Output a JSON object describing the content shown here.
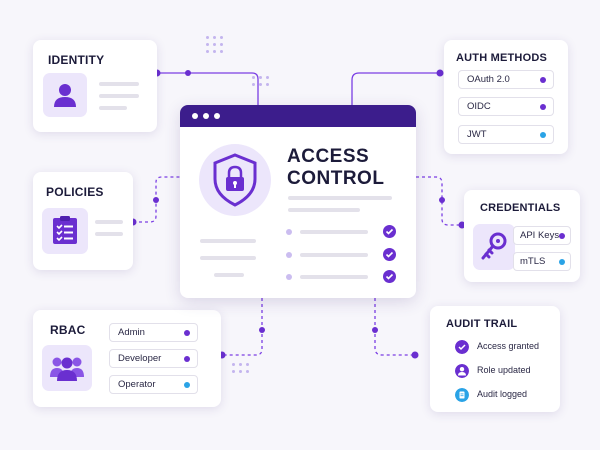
{
  "colors": {
    "accent": "#6a2fd0",
    "header": "#3c1d8c",
    "connector": "#7b3fe4",
    "status_purple": "#6a2fd0",
    "status_blue": "#2aa3e6"
  },
  "center": {
    "title_line1": "ACCESS",
    "title_line2": "CONTROL",
    "icon": "shield-lock-icon"
  },
  "identity": {
    "title": "IDENTITY",
    "icon": "user-icon"
  },
  "policies": {
    "title": "POLICIES",
    "icon": "checklist-icon"
  },
  "rbac": {
    "title": "RBAC",
    "icon": "users-group-icon",
    "roles": [
      {
        "label": "Admin",
        "status": "purple"
      },
      {
        "label": "Developer",
        "status": "purple"
      },
      {
        "label": "Operator",
        "status": "blue"
      }
    ]
  },
  "auth_methods": {
    "title": "AUTH METHODS",
    "items": [
      {
        "label": "OAuth 2.0",
        "status": "purple"
      },
      {
        "label": "OIDC",
        "status": "purple"
      },
      {
        "label": "JWT",
        "status": "blue"
      }
    ]
  },
  "credentials": {
    "title": "CREDENTIALS",
    "icon": "key-icon",
    "items": [
      {
        "label": "API Keys",
        "status": "purple"
      },
      {
        "label": "mTLS",
        "status": "blue"
      }
    ]
  },
  "audit_trail": {
    "title": "AUDIT TRAIL",
    "events": [
      {
        "label": "Access granted",
        "icon": "check-circle-icon"
      },
      {
        "label": "Role updated",
        "icon": "user-icon"
      },
      {
        "label": "Audit logged",
        "icon": "document-icon"
      }
    ]
  }
}
